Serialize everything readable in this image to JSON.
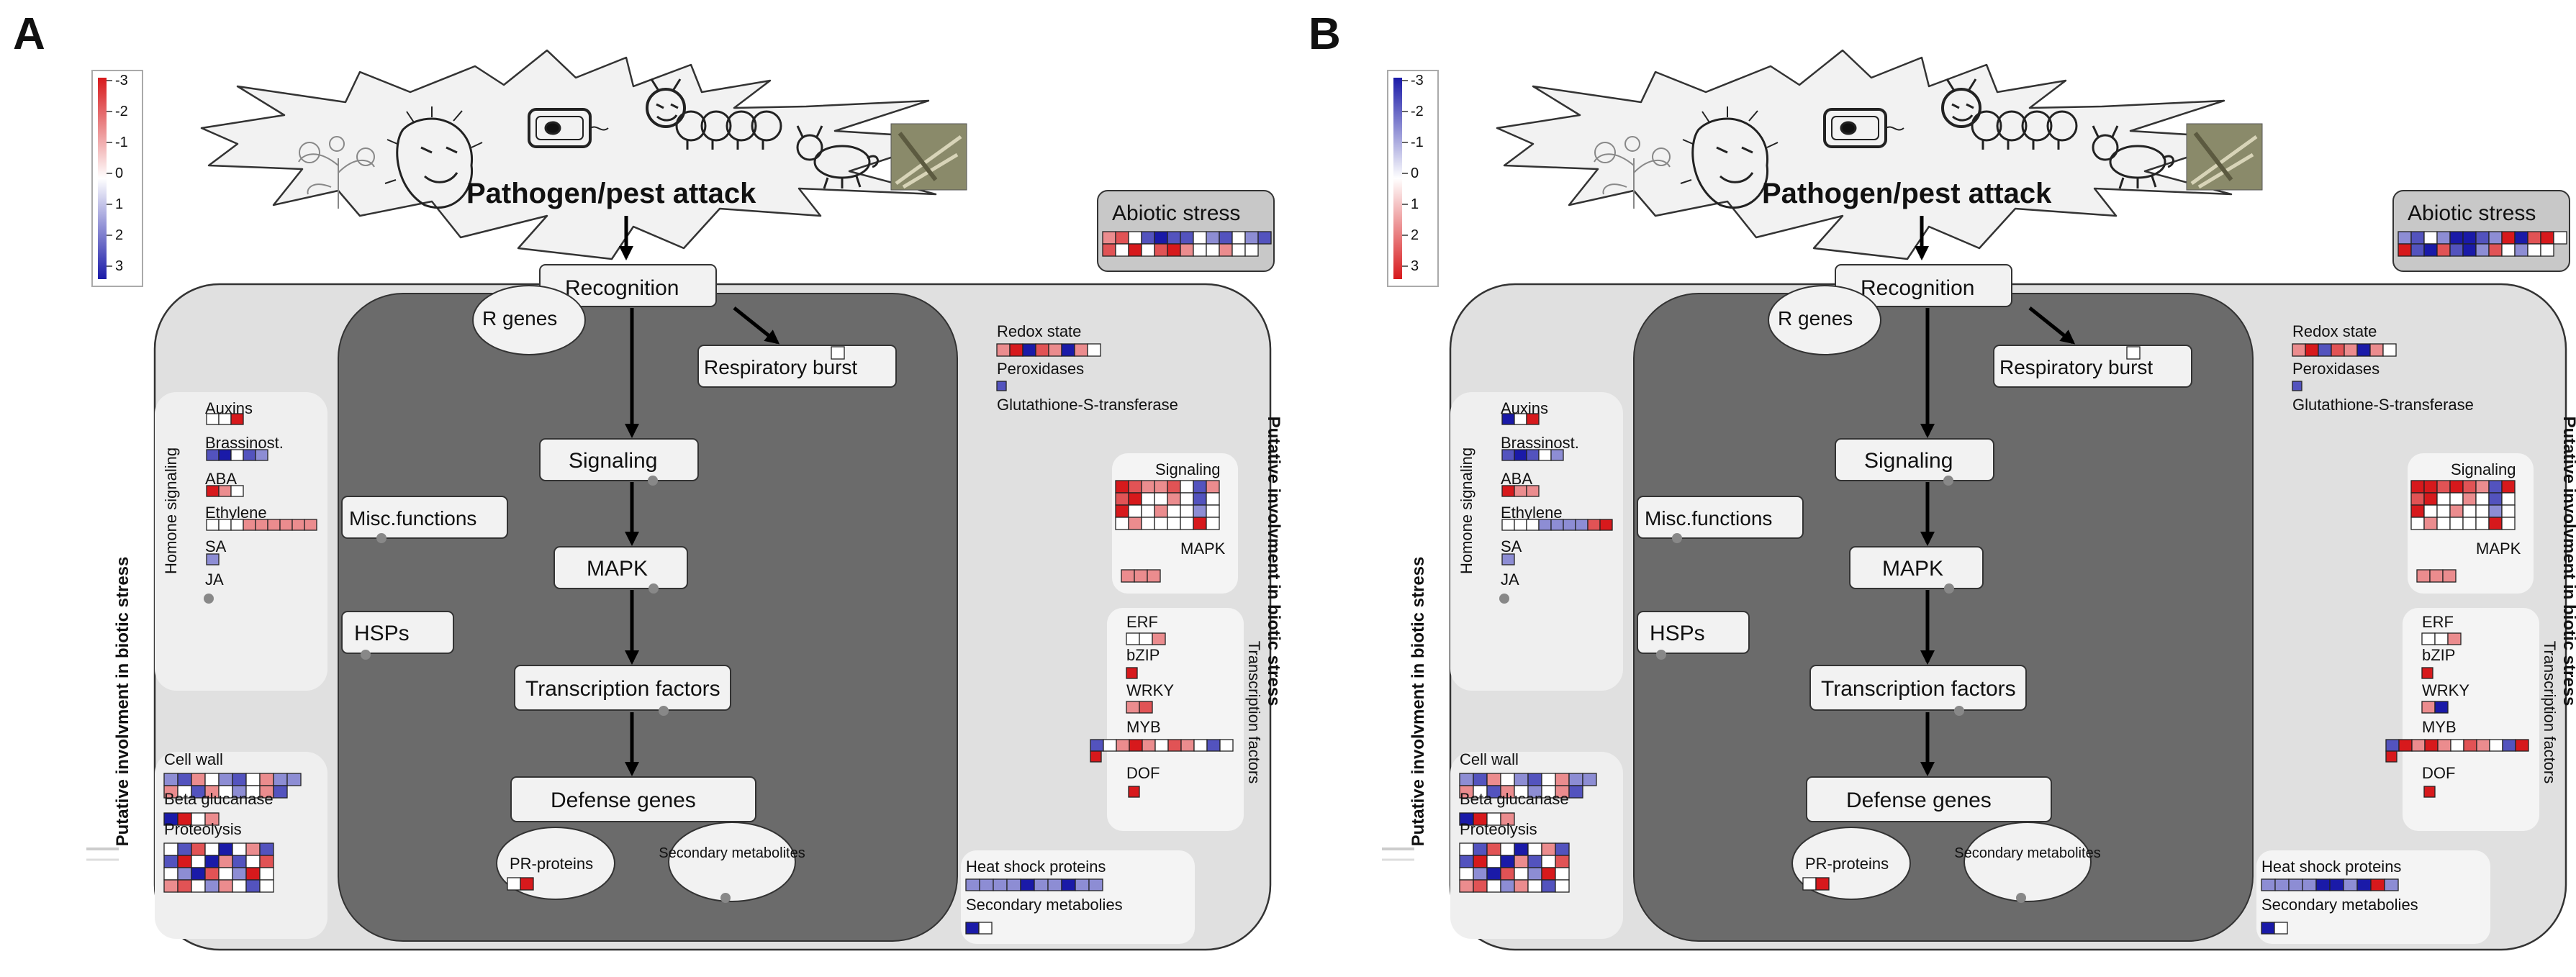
{
  "panels": [
    {
      "letter": "A",
      "colorbar": {
        "labels": [
          "-3",
          "-2",
          "-1",
          "0",
          "1",
          "2",
          "3"
        ],
        "top_color": "#d7191c",
        "mid_color": "#ffffff",
        "bottom_color": "#1a1aa8"
      },
      "top": {
        "title": "Pathogen/pest attack"
      },
      "abiotic": {
        "label": "Abiotic stress",
        "rows": [
          [
            -1,
            -2,
            0,
            2,
            3,
            2,
            2,
            0,
            1,
            2,
            0,
            1,
            2
          ],
          [
            -2,
            0,
            -3,
            0,
            -2,
            -3,
            -1,
            0,
            0,
            -1,
            0,
            0
          ]
        ]
      },
      "center": {
        "recognition": "Recognition",
        "r_genes": "R genes",
        "respiratory": "Respiratory burst",
        "respiratory_cells": [
          0
        ],
        "signaling": "Signaling",
        "mapk": "MAPK",
        "transcription": "Transcription factors",
        "defense": "Defense genes",
        "pr": "PR-proteins",
        "pr_cells": [
          0,
          -3
        ],
        "secondary": "Secondary metabolites",
        "misc": "Misc.functions",
        "hsps": "HSPs"
      },
      "left": {
        "side_label": "Putative involvment in biotic stress",
        "hormone_label": "Homone signaling",
        "groups": [
          {
            "label": "Auxins",
            "rows": [
              [
                0,
                0,
                -3
              ]
            ]
          },
          {
            "label": "Brassinost.",
            "rows": [
              [
                2,
                3,
                0,
                2,
                1
              ]
            ]
          },
          {
            "label": "ABA",
            "rows": [
              [
                -3,
                -1,
                0
              ]
            ]
          },
          {
            "label": "Ethylene",
            "rows": [
              [
                0,
                0,
                0,
                -1,
                -1,
                -1,
                -1,
                -1,
                -1
              ]
            ]
          },
          {
            "label": "SA",
            "rows": [
              [
                1
              ]
            ]
          },
          {
            "label": "JA",
            "rows": []
          }
        ],
        "cellwall": [
          {
            "label": "Cell wall",
            "rows": [
              [
                1,
                2,
                -1,
                0,
                1,
                2,
                0,
                -1,
                1,
                1
              ],
              [
                -1,
                0,
                2,
                -1,
                0,
                1,
                0,
                -1,
                2
              ]
            ]
          },
          {
            "label": "Beta glucanase",
            "rows": [
              [
                3,
                -3,
                0,
                -1
              ]
            ]
          },
          {
            "label": "Proteolysis",
            "rows": [
              [
                0,
                2,
                -2,
                0,
                3,
                0,
                -1,
                2
              ],
              [
                2,
                -3,
                0,
                3,
                -1,
                2,
                0,
                -2
              ],
              [
                0,
                1,
                3,
                -2,
                0,
                1,
                -3,
                0
              ],
              [
                -1,
                -2,
                0,
                1,
                -1,
                0,
                2,
                0
              ]
            ]
          }
        ]
      },
      "right": {
        "side_label": "Putative involvment in biotic stress",
        "tf_label": "Transcription factors",
        "redox": {
          "label": "Redox state",
          "rows": [
            [
              -1,
              -3,
              3,
              -2,
              -1,
              3,
              -1,
              0
            ]
          ]
        },
        "peroxidases": {
          "label": "Peroxidases",
          "rows": [
            [
              2
            ]
          ]
        },
        "gst": {
          "label": "Glutathione-S-transferase"
        },
        "signaling": {
          "label": "Signaling",
          "rows": [
            [
              -3,
              -2,
              -1,
              -1,
              -2,
              0,
              2,
              -1
            ],
            [
              -2,
              -3,
              0,
              0,
              -1,
              0,
              2,
              0
            ],
            [
              -3,
              0,
              0,
              -1,
              0,
              0,
              1,
              0
            ],
            [
              0,
              -1,
              0,
              0,
              0,
              0,
              -3,
              0
            ]
          ]
        },
        "mapk": {
          "label": "MAPK",
          "rows": [
            [
              -1,
              -1,
              -1
            ]
          ]
        },
        "erf": {
          "label": "ERF",
          "rows": [
            [
              0,
              0,
              -1
            ]
          ]
        },
        "bzip": {
          "label": "bZIP",
          "rows": [
            [
              -3
            ]
          ]
        },
        "wrky": {
          "label": "WRKY",
          "rows": [
            [
              -1,
              -2
            ]
          ]
        },
        "myb": {
          "label": "MYB",
          "rows": [
            [
              2,
              0,
              -1,
              -3,
              -1,
              0,
              -2,
              -1,
              0,
              2,
              0
            ]
          ]
        },
        "myb_extra": [
          -3
        ],
        "dof": {
          "label": "DOF",
          "rows": [
            [
              -3
            ]
          ]
        },
        "hsp": {
          "label": "Heat shock proteins",
          "rows": [
            [
              1,
              1,
              1,
              1,
              3,
              1,
              1,
              3,
              1,
              1
            ]
          ]
        },
        "secmet": {
          "label": "Secondary metabolies",
          "rows": [
            [
              3,
              0
            ]
          ]
        }
      }
    },
    {
      "letter": "B",
      "colorbar": {
        "labels": [
          "-3",
          "-2",
          "-1",
          "0",
          "1",
          "2",
          "3"
        ],
        "top_color": "#1a1aa8",
        "mid_color": "#ffffff",
        "bottom_color": "#d7191c"
      },
      "top": {
        "title": "Pathogen/pest attack"
      },
      "abiotic": {
        "label": "Abiotic stress",
        "rows": [
          [
            -1,
            -2,
            0,
            -1,
            -3,
            -3,
            -2,
            -1,
            3,
            -3,
            2,
            3,
            0
          ],
          [
            3,
            -2,
            -3,
            2,
            -2,
            -3,
            -1,
            2,
            0,
            -1,
            0,
            0
          ]
        ]
      },
      "center": {
        "recognition": "Recognition",
        "r_genes": "R genes",
        "respiratory": "Respiratory burst",
        "respiratory_cells": [
          0
        ],
        "signaling": "Signaling",
        "mapk": "MAPK",
        "transcription": "Transcription factors",
        "defense": "Defense genes",
        "pr": "PR-proteins",
        "pr_cells": [
          0,
          3
        ],
        "secondary": "Secondary metabolites",
        "misc": "Misc.functions",
        "hsps": "HSPs"
      },
      "left": {
        "side_label": "Putative involvment in biotic stress",
        "hormone_label": "Homone signaling",
        "groups": [
          {
            "label": "Auxins",
            "rows": [
              [
                -3,
                0,
                3
              ]
            ]
          },
          {
            "label": "Brassinost.",
            "rows": [
              [
                -2,
                -3,
                -2,
                0,
                -1
              ]
            ]
          },
          {
            "label": "ABA",
            "rows": [
              [
                3,
                1,
                1
              ]
            ]
          },
          {
            "label": "Ethylene",
            "rows": [
              [
                0,
                0,
                0,
                -1,
                -1,
                -1,
                -1,
                2,
                3
              ]
            ]
          },
          {
            "label": "SA",
            "rows": [
              [
                -1
              ]
            ]
          },
          {
            "label": "JA",
            "rows": []
          }
        ],
        "cellwall": [
          {
            "label": "Cell wall",
            "rows": [
              [
                -1,
                -2,
                1,
                0,
                -1,
                -2,
                0,
                1,
                -1,
                -1
              ],
              [
                1,
                0,
                -2,
                1,
                0,
                -1,
                0,
                1,
                -2
              ]
            ]
          },
          {
            "label": "Beta glucanase",
            "rows": [
              [
                -3,
                3,
                0,
                1
              ]
            ]
          },
          {
            "label": "Proteolysis",
            "rows": [
              [
                0,
                -2,
                2,
                0,
                -3,
                0,
                1,
                -2
              ],
              [
                -2,
                3,
                0,
                -3,
                1,
                -2,
                0,
                2
              ],
              [
                0,
                -1,
                -3,
                2,
                0,
                -1,
                3,
                0
              ],
              [
                1,
                2,
                0,
                -1,
                1,
                0,
                -2,
                0
              ]
            ]
          }
        ]
      },
      "right": {
        "side_label": "Putative involvment in biotic stress",
        "tf_label": "Transcription factors",
        "redox": {
          "label": "Redox state",
          "rows": [
            [
              1,
              3,
              -2,
              2,
              1,
              -3,
              1,
              0
            ]
          ]
        },
        "peroxidases": {
          "label": "Peroxidases",
          "rows": [
            [
              -2
            ]
          ]
        },
        "gst": {
          "label": "Glutathione-S-transferase"
        },
        "signaling": {
          "label": "Signaling",
          "rows": [
            [
              3,
              3,
              2,
              3,
              2,
              1,
              -2,
              3
            ],
            [
              2,
              3,
              0,
              0,
              1,
              0,
              -2,
              0
            ],
            [
              3,
              0,
              0,
              1,
              0,
              0,
              -1,
              0
            ],
            [
              0,
              1,
              0,
              0,
              0,
              0,
              3,
              0
            ]
          ]
        },
        "mapk": {
          "label": "MAPK",
          "rows": [
            [
              1,
              1,
              1
            ]
          ]
        },
        "erf": {
          "label": "ERF",
          "rows": [
            [
              0,
              0,
              1
            ]
          ]
        },
        "bzip": {
          "label": "bZIP",
          "rows": [
            [
              3
            ]
          ]
        },
        "wrky": {
          "label": "WRKY",
          "rows": [
            [
              1,
              -3
            ]
          ]
        },
        "myb": {
          "label": "MYB",
          "rows": [
            [
              -2,
              3,
              1,
              3,
              1,
              0,
              2,
              1,
              0,
              -2,
              3
            ]
          ]
        },
        "myb_extra": [
          3
        ],
        "dof": {
          "label": "DOF",
          "rows": [
            [
              3
            ]
          ]
        },
        "hsp": {
          "label": "Heat shock proteins",
          "rows": [
            [
              -1,
              -1,
              -1,
              -1,
              -3,
              -3,
              -1,
              -3,
              3,
              -1
            ]
          ]
        },
        "secmet": {
          "label": "Secondary metabolies",
          "rows": [
            [
              -3,
              0
            ]
          ]
        }
      }
    }
  ]
}
